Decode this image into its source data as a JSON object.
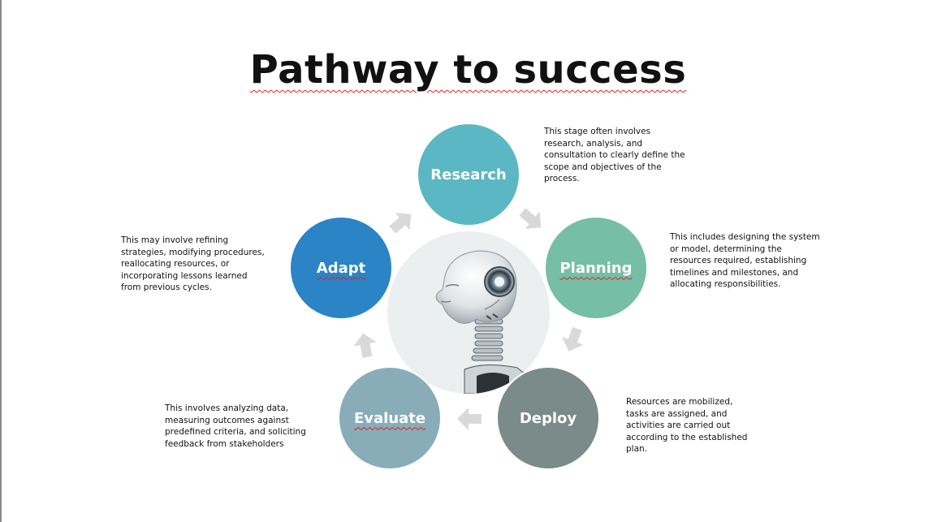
{
  "title": "Pathway to success",
  "stages": [
    {
      "id": "research",
      "label": "Research",
      "color": "#5bb7c3",
      "description": "This stage often involves\nresearch, analysis, and\nconsultation to clearly define the\nscope and objectives of the\nprocess."
    },
    {
      "id": "planning",
      "label": "Planning",
      "color": "#77bea7",
      "description": "This includes designing the system\nor model, determining the\nresources required, establishing\ntimelines and milestones, and\nallocating responsibilities."
    },
    {
      "id": "deploy",
      "label": "Deploy",
      "color": "#7b8b89",
      "description": "Resources are mobilized,\ntasks are assigned, and\nactivities are carried out\naccording to the established\nplan."
    },
    {
      "id": "evaluate",
      "label": "Evaluate",
      "color": "#88adb8",
      "description": "This involves analyzing data,\nmeasuring outcomes against\npredefined criteria, and soliciting\nfeedback from stakeholders"
    },
    {
      "id": "adapt",
      "label": "Adapt",
      "color": "#2a84c5",
      "description": "This may involve refining\nstrategies, modifying procedures,\nreallocating resources, or\nincorporating lessons learned\nfrom previous cycles."
    }
  ],
  "center_image": "robot-head-icon",
  "arrow_color": "#d9d9d9",
  "arrow_icon": "cycle-arrow-icon"
}
